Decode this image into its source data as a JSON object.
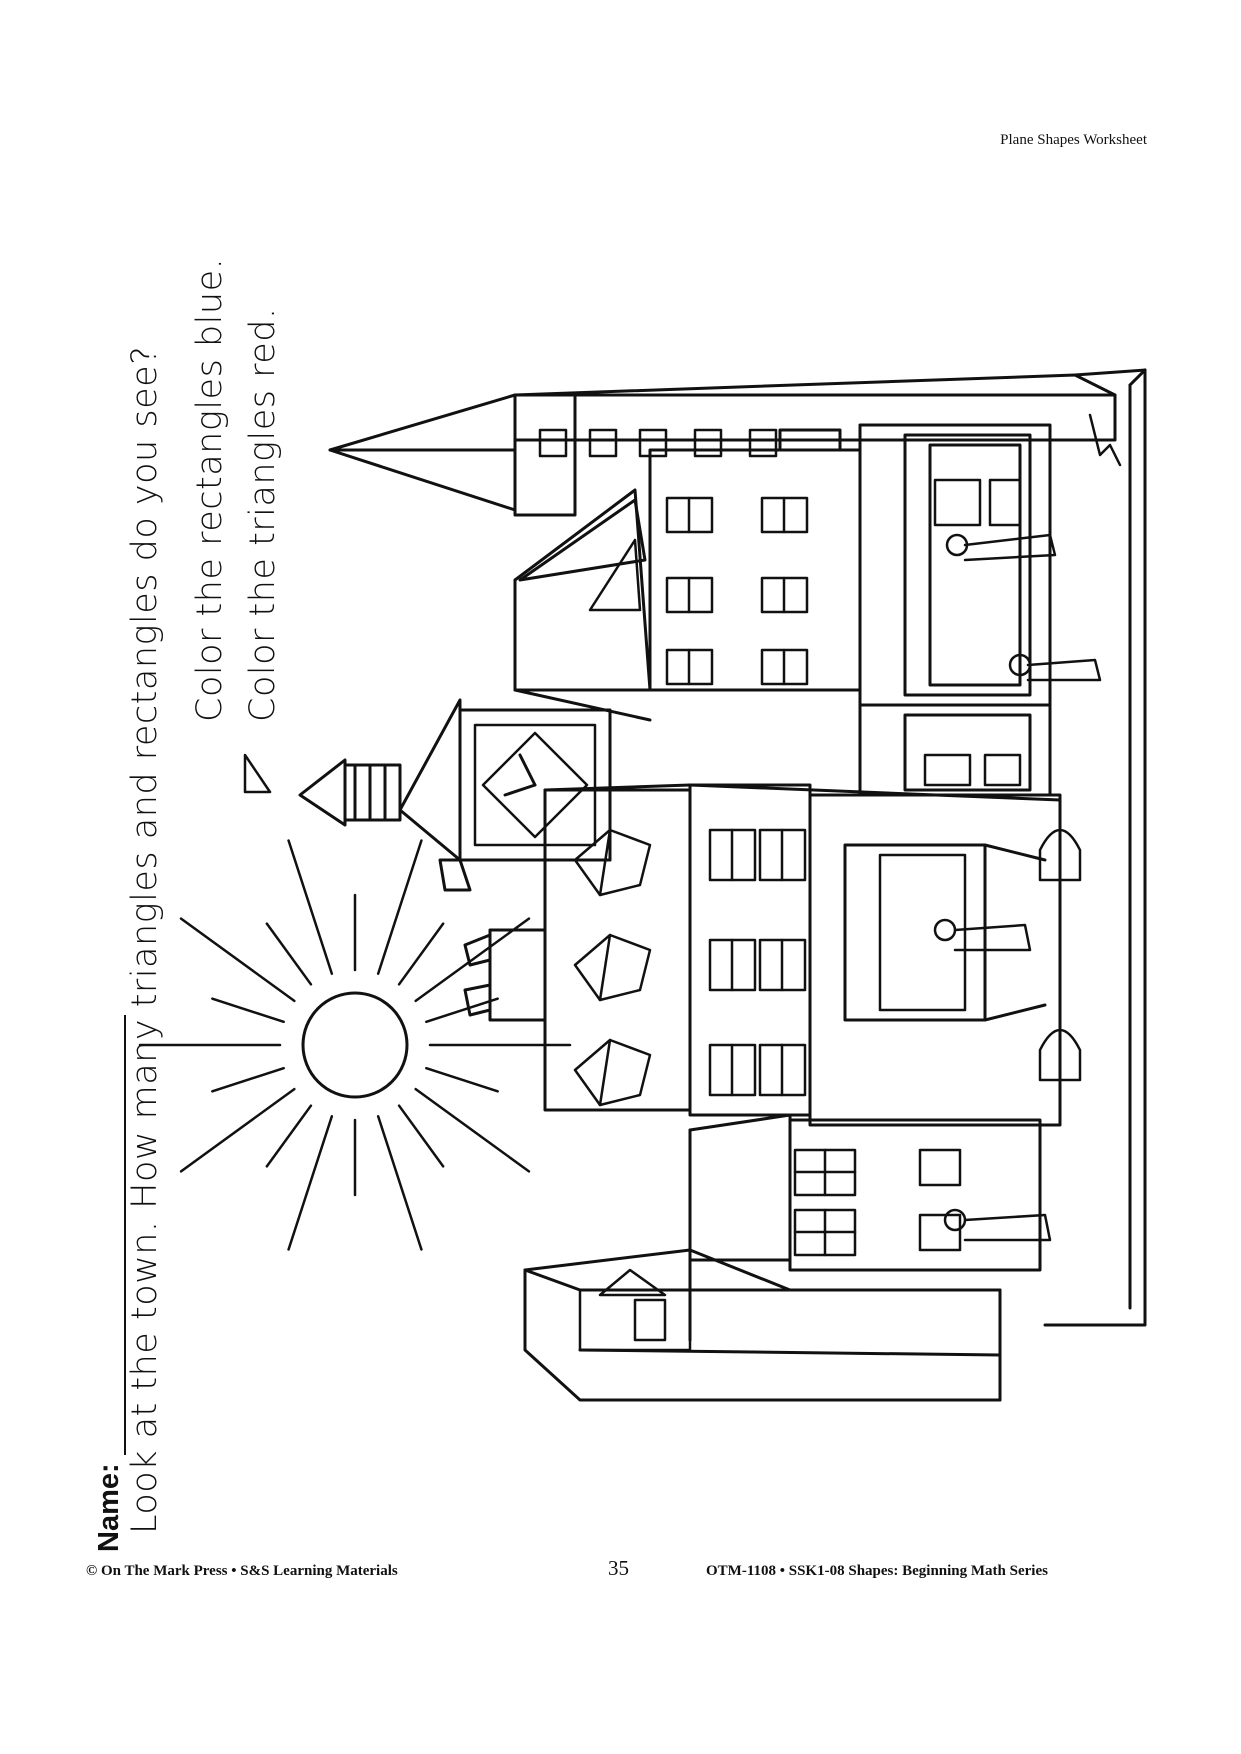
{
  "header": {
    "worksheet_title": "Plane Shapes Worksheet"
  },
  "student": {
    "name_label": "Name:"
  },
  "instructions": {
    "line1": "Look at the town.  How many triangles and rectangles do you see?",
    "line2": "Color the rectangles blue.",
    "line3": "Color the triangles red."
  },
  "illustration": {
    "subject": "town-with-sun",
    "clock_icon": "clock-icon"
  },
  "footer": {
    "publisher": "© On The Mark Press • S&S Learning Materials",
    "page_number": "35",
    "series": "OTM-1108 • SSK1-08 Shapes: Beginning Math Series"
  }
}
